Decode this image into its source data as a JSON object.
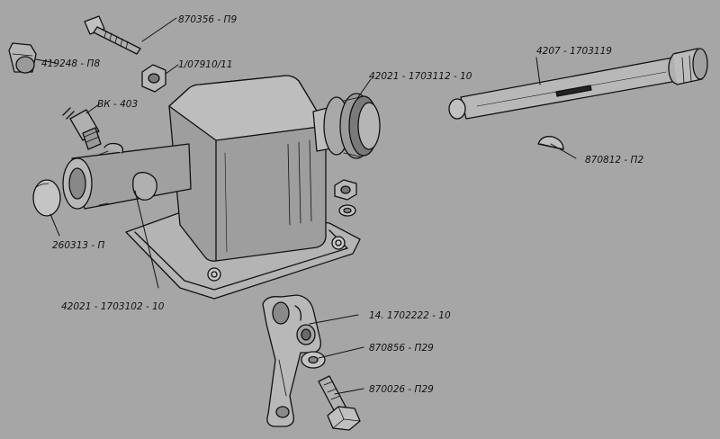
{
  "labels": {
    "bolt_top": "870356 - П9",
    "plug": "419248 - П8",
    "nut_small": "1/07910/11",
    "switch": "ВК - 403",
    "seal": "42021 - 1703112 - 10",
    "rod": "4207 - 1703119",
    "key": "870812 - П2",
    "cap": "260313 - П",
    "housing": "42021 - 1703102 - 10",
    "lever": "14. 1702222 - 10",
    "washer": "870856 - П29",
    "bolt_bottom": "870026 - П29"
  },
  "colors": {
    "background": "#a6a6a6",
    "ink": "#111111"
  }
}
